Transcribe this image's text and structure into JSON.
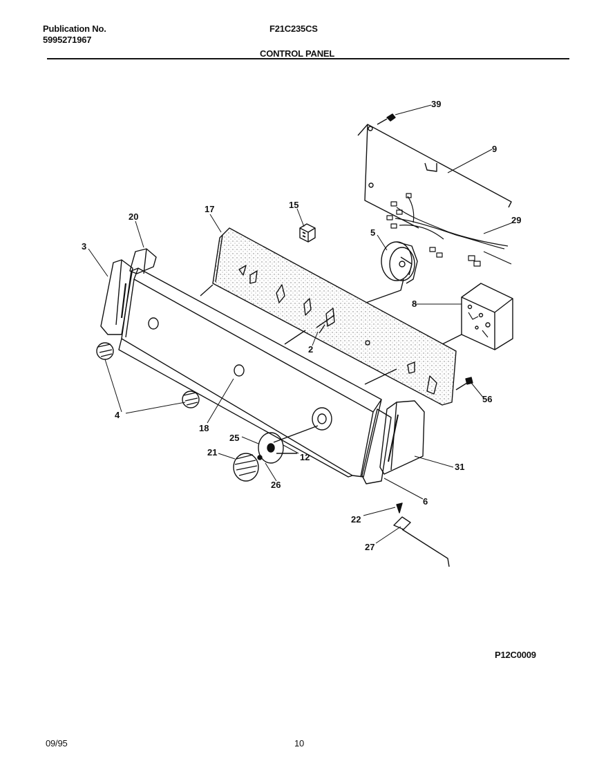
{
  "header": {
    "publication_label": "Publication No.",
    "publication_number": "5995271967",
    "model": "F21C235CS",
    "section_title": "CONTROL PANEL"
  },
  "diagram": {
    "callouts": [
      "39",
      "9",
      "29",
      "15",
      "5",
      "8",
      "17",
      "20",
      "3",
      "2",
      "56",
      "4",
      "18",
      "25",
      "21",
      "12",
      "26",
      "31",
      "6",
      "22",
      "27"
    ],
    "figure_id": "P12C0009"
  },
  "footer": {
    "date": "09/95",
    "page": "10"
  }
}
